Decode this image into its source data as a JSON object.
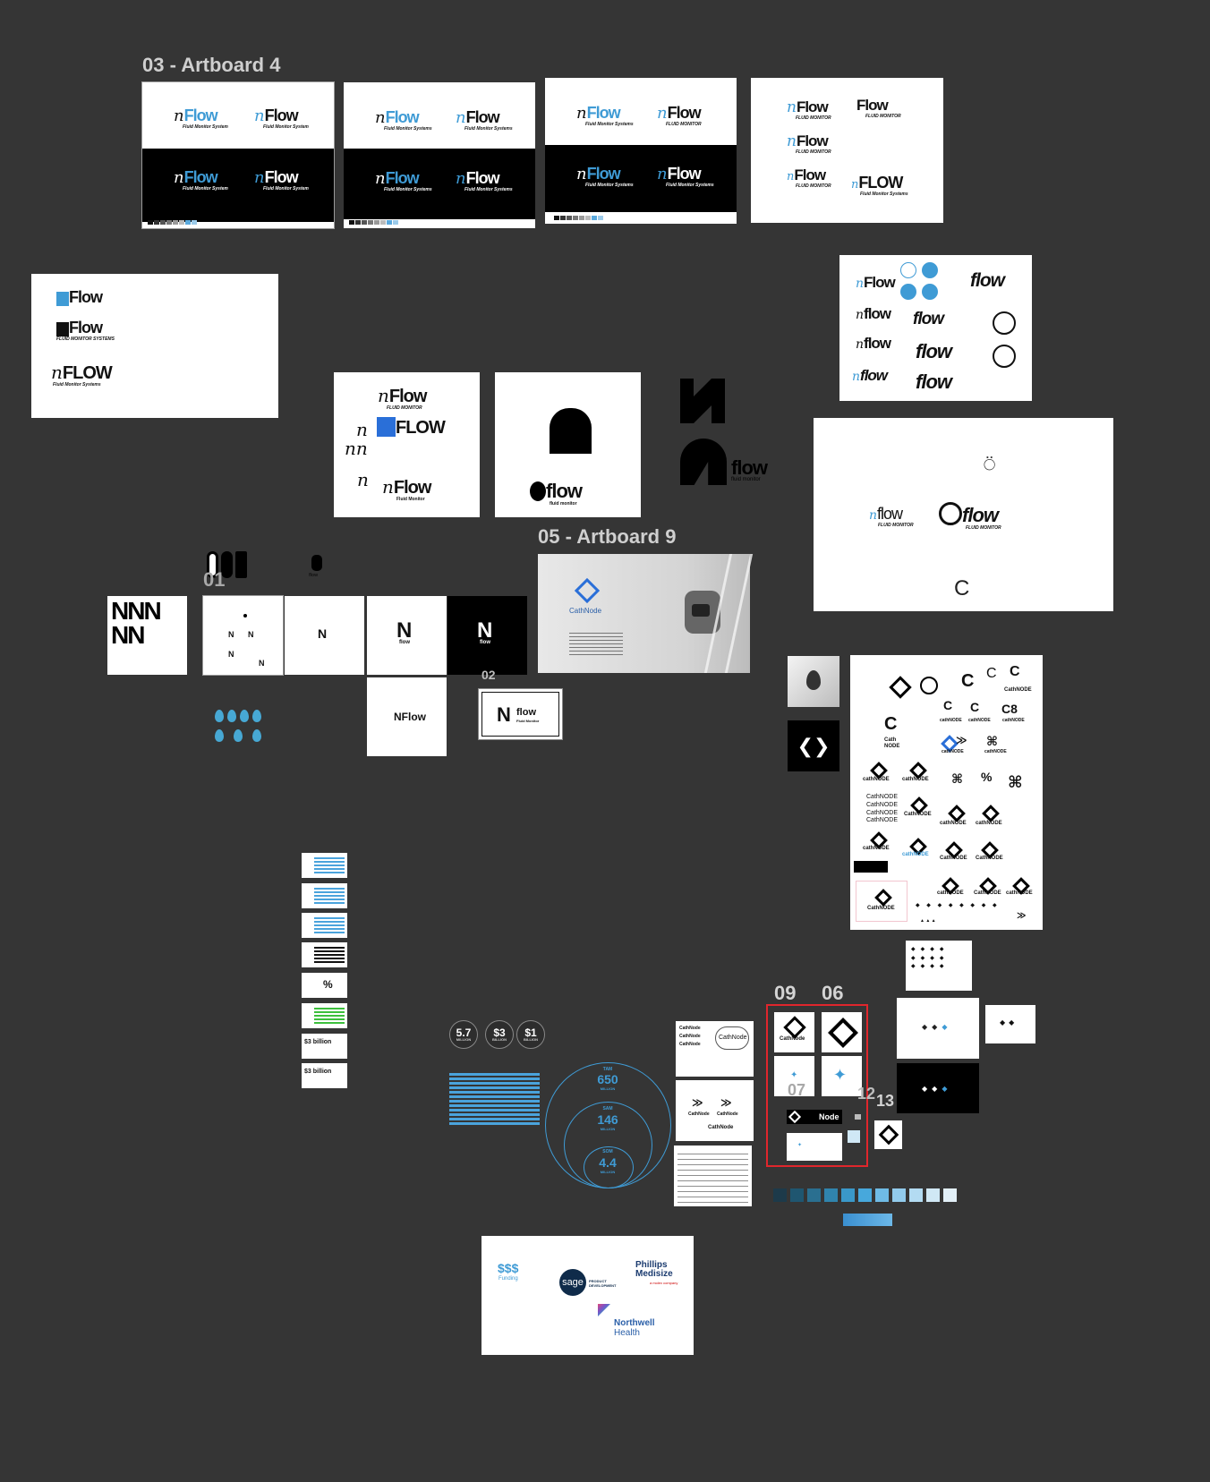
{
  "titles": {
    "artboard4": "03 - Artboard 4",
    "artboard9": "05 - Artboard 9"
  },
  "numbers": {
    "n01": "01",
    "n02": "02",
    "n09": "09",
    "n06": "06",
    "n07": "07",
    "n12": "12",
    "n13": "13"
  },
  "nflow": {
    "word_mixed": "Flow",
    "word_upper": "FLOW",
    "word_lower": "flow",
    "n": "n",
    "sub_system": "Fluid Monitor System",
    "sub_systems": "Fluid Monitor Systems",
    "sub_monitor_caps": "FLUID MONITOR",
    "sub_systems_caps": "FLUID MONITOR SYSTEMS",
    "sub_monitor": "Fluid Monitor",
    "sub_lower": "fluid monitor",
    "c_letter": "C"
  },
  "cathnode": {
    "name": "CathNode",
    "name_lower": "cathNODE",
    "name_caps": "CathNODE",
    "cath": "Cath",
    "node": "NODE",
    "variants": [
      "CathNODE",
      "CathNODE",
      "CathNODE",
      "CathNODE"
    ],
    "node_short": "Node"
  },
  "stats": [
    {
      "value": "5.7",
      "unit": "MILLION"
    },
    {
      "value": "$3",
      "unit": "BILLION"
    },
    {
      "value": "$1",
      "unit": "BILLION"
    }
  ],
  "market": {
    "tam_label": "TAM",
    "tam": "650",
    "sam_label": "SAM",
    "sam": "146",
    "som_label": "SOM",
    "som": "4.4",
    "unit": "MILLION"
  },
  "billion_text": "$3 billion",
  "partners": {
    "funding_big": "$$$",
    "funding": "Funding",
    "sage": "sage",
    "sage_sub": "PRODUCT DEVELOPMENT",
    "philips": "Phillips Medisize",
    "philips_sub": "a molex company",
    "northwell": "Northwell",
    "health": "Health"
  },
  "palette_colors": [
    "#1d3a4a",
    "#1f5670",
    "#2a6f90",
    "#3084ad",
    "#3a98c9",
    "#47a8dc",
    "#6fbbe5",
    "#92cbec",
    "#b3dbf2",
    "#d0e8f5",
    "#e2eff7"
  ],
  "swatch_colors": [
    "#111",
    "#333",
    "#555",
    "#777",
    "#999",
    "#bbb",
    "#5aa9dd",
    "#9ccbea"
  ]
}
